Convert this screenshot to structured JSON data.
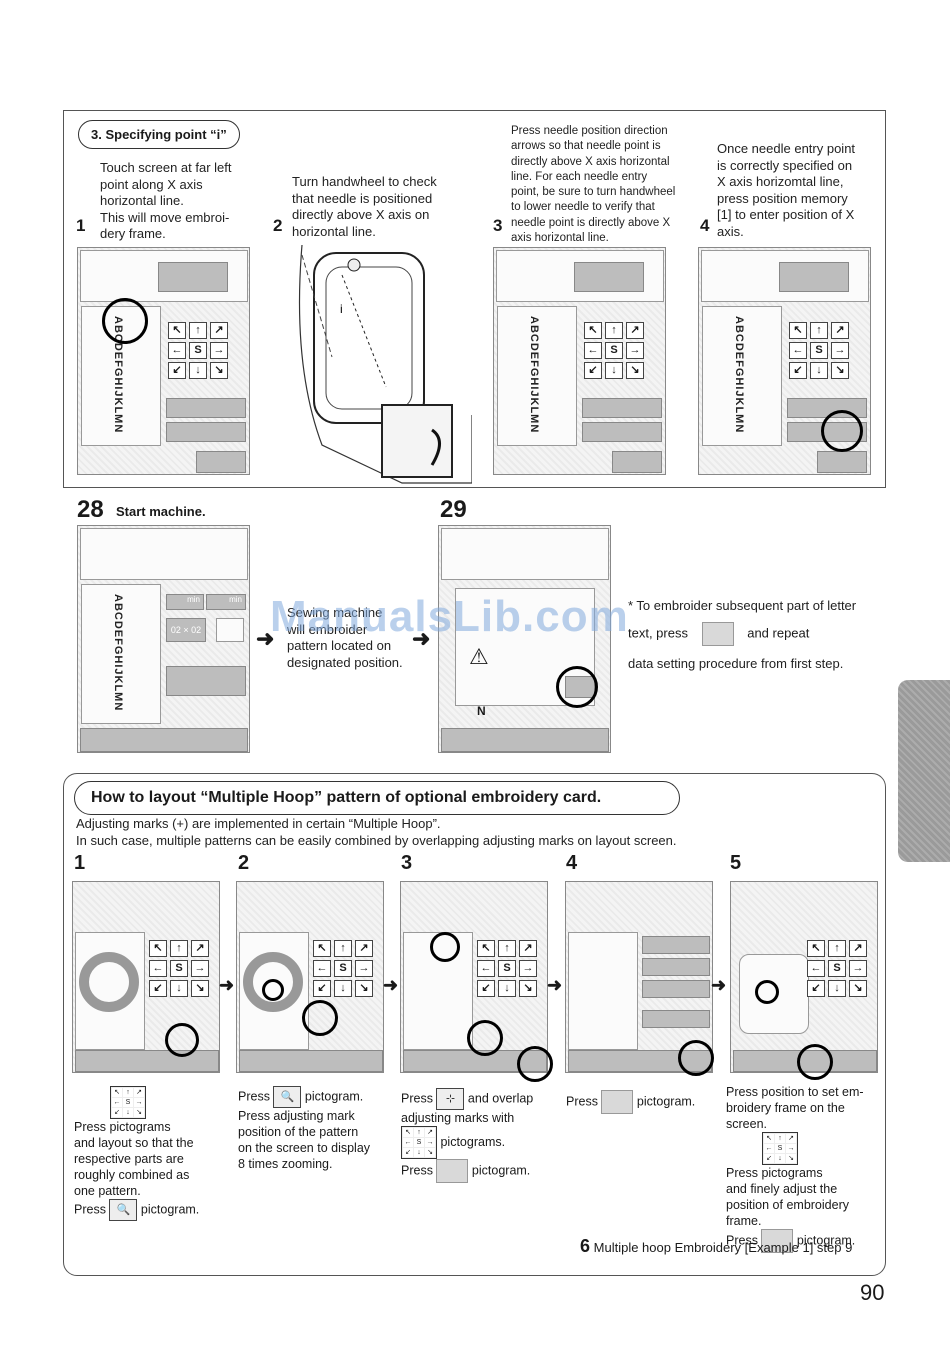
{
  "specifying": {
    "title": "3. Specifying point “i”",
    "steps": [
      {
        "num": "1",
        "text": "Touch screen at far left\npoint along X axis\nhorizontal line.\nThis will move embroi-\ndery frame."
      },
      {
        "num": "2",
        "text": "Turn handwheel to check\nthat needle is positioned\ndirectly above X axis on\nhorizontal line."
      },
      {
        "num": "3",
        "text": "Press needle position direction\narrows so that needle point is\ndirectly above X axis horizontal\nline.  For each needle entry\npoint, be sure to turn handwheel\nto lower needle to verify that\nneedle point is directly above X\naxis horizontal line."
      },
      {
        "num": "4",
        "text": "Once needle entry point\nis correctly specified on\nX axis horizomtal line,\npress position memory\n[1] to enter position of X\naxis."
      }
    ],
    "screen_letters": "ABCDEFGHIJKLMN",
    "figure_label": "i"
  },
  "step28": {
    "num": "28",
    "label": "Start machine.",
    "screen_tile": "02 × 02",
    "screen_min": "min"
  },
  "step29": {
    "num": "29",
    "screen_icon_label": "N",
    "caption_pre": "Sewing machine\nwill embroider\npattern located on\ndesignated position."
  },
  "note": {
    "line1": "* To embroider subsequent part of letter",
    "line2_pre": "text, press",
    "line2_post": "and repeat",
    "line3": "data setting procedure from first step."
  },
  "watermark": "ManualsLib.com",
  "multi_hoop": {
    "title": "How to layout “Multiple Hoop” pattern of optional embroidery card.",
    "intro1": "Adjusting marks (+) are implemented in certain “Multiple Hoop”.",
    "intro2": "In such case, multiple patterns can be easily combined by overlapping adjusting marks on layout screen.",
    "steps": [
      {
        "num": "1",
        "text_a": "Press",
        "text_b": "pictograms\nand layout so that the\nrespective parts are\nroughly combined as\none pattern.",
        "text_c": "Press",
        "text_d": "pictogram."
      },
      {
        "num": "2",
        "text_a": "Press",
        "text_b": "pictogram.\nPress adjusting mark\nposition of the pattern\non the screen to display\n8 times zooming."
      },
      {
        "num": "3",
        "text_a": "Press",
        "text_b": "and overlap\nadjusting marks with",
        "text_c": "pictograms.",
        "text_d": "Press",
        "text_e": "pictogram."
      },
      {
        "num": "4",
        "text_a": "Press",
        "text_b": "pictogram."
      },
      {
        "num": "5",
        "text_a": "Press position to set em-\nbroidery frame on the\nscreen.",
        "text_b": "Press",
        "text_c": "pictograms\nand finely adjust the\nposition of embroidery\nframe.",
        "text_d": "Press",
        "text_e": "pictogram."
      }
    ],
    "footer_num": "6",
    "footer_text": "Multiple hoop Embroidery [Example 1] step 9"
  },
  "page_number": "90",
  "icons": {
    "arrows": [
      "↖",
      "↑",
      "↗",
      "←",
      "S",
      "→",
      "↙",
      "↓",
      "↘"
    ]
  }
}
